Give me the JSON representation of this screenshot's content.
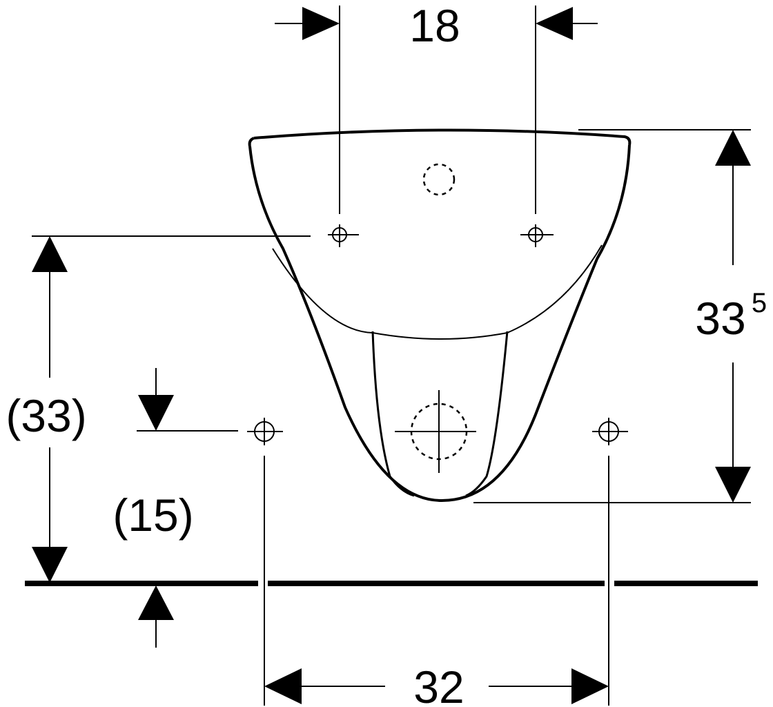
{
  "dimensions": {
    "top_hole_spacing": "18",
    "fixing_height": "(33)",
    "outlet_height": "(15)",
    "bowl_height_main": "33",
    "bowl_height_sup": "5",
    "bottom_hole_spacing": "32"
  },
  "colors": {
    "line": "#000000",
    "background": "#ffffff"
  }
}
